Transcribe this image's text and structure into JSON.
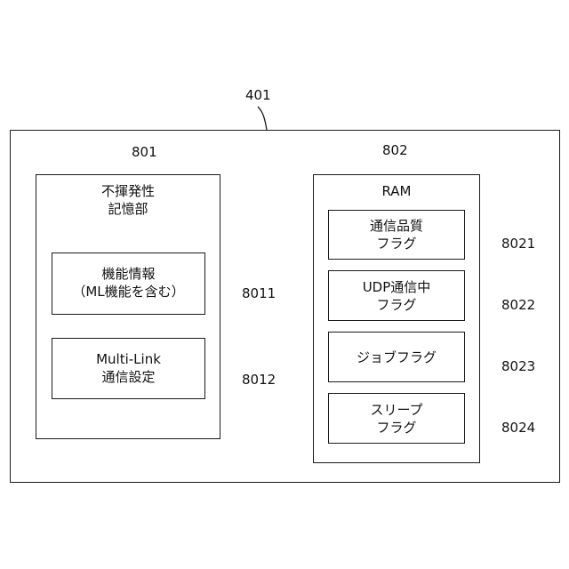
{
  "device": {
    "ref": "401"
  },
  "nonvolatile": {
    "ref": "801",
    "title": "不揮発性\n記憶部",
    "items": [
      {
        "ref": "8011",
        "label": "機能情報\n（ML機能を含む）"
      },
      {
        "ref": "8012",
        "label": "Multi-Link\n通信設定"
      }
    ]
  },
  "ram": {
    "ref": "802",
    "title": "RAM",
    "items": [
      {
        "ref": "8021",
        "label": "通信品質\nフラグ"
      },
      {
        "ref": "8022",
        "label": "UDP通信中\nフラグ"
      },
      {
        "ref": "8023",
        "label": "ジョブフラグ"
      },
      {
        "ref": "8024",
        "label": "スリープ\nフラグ"
      }
    ]
  }
}
